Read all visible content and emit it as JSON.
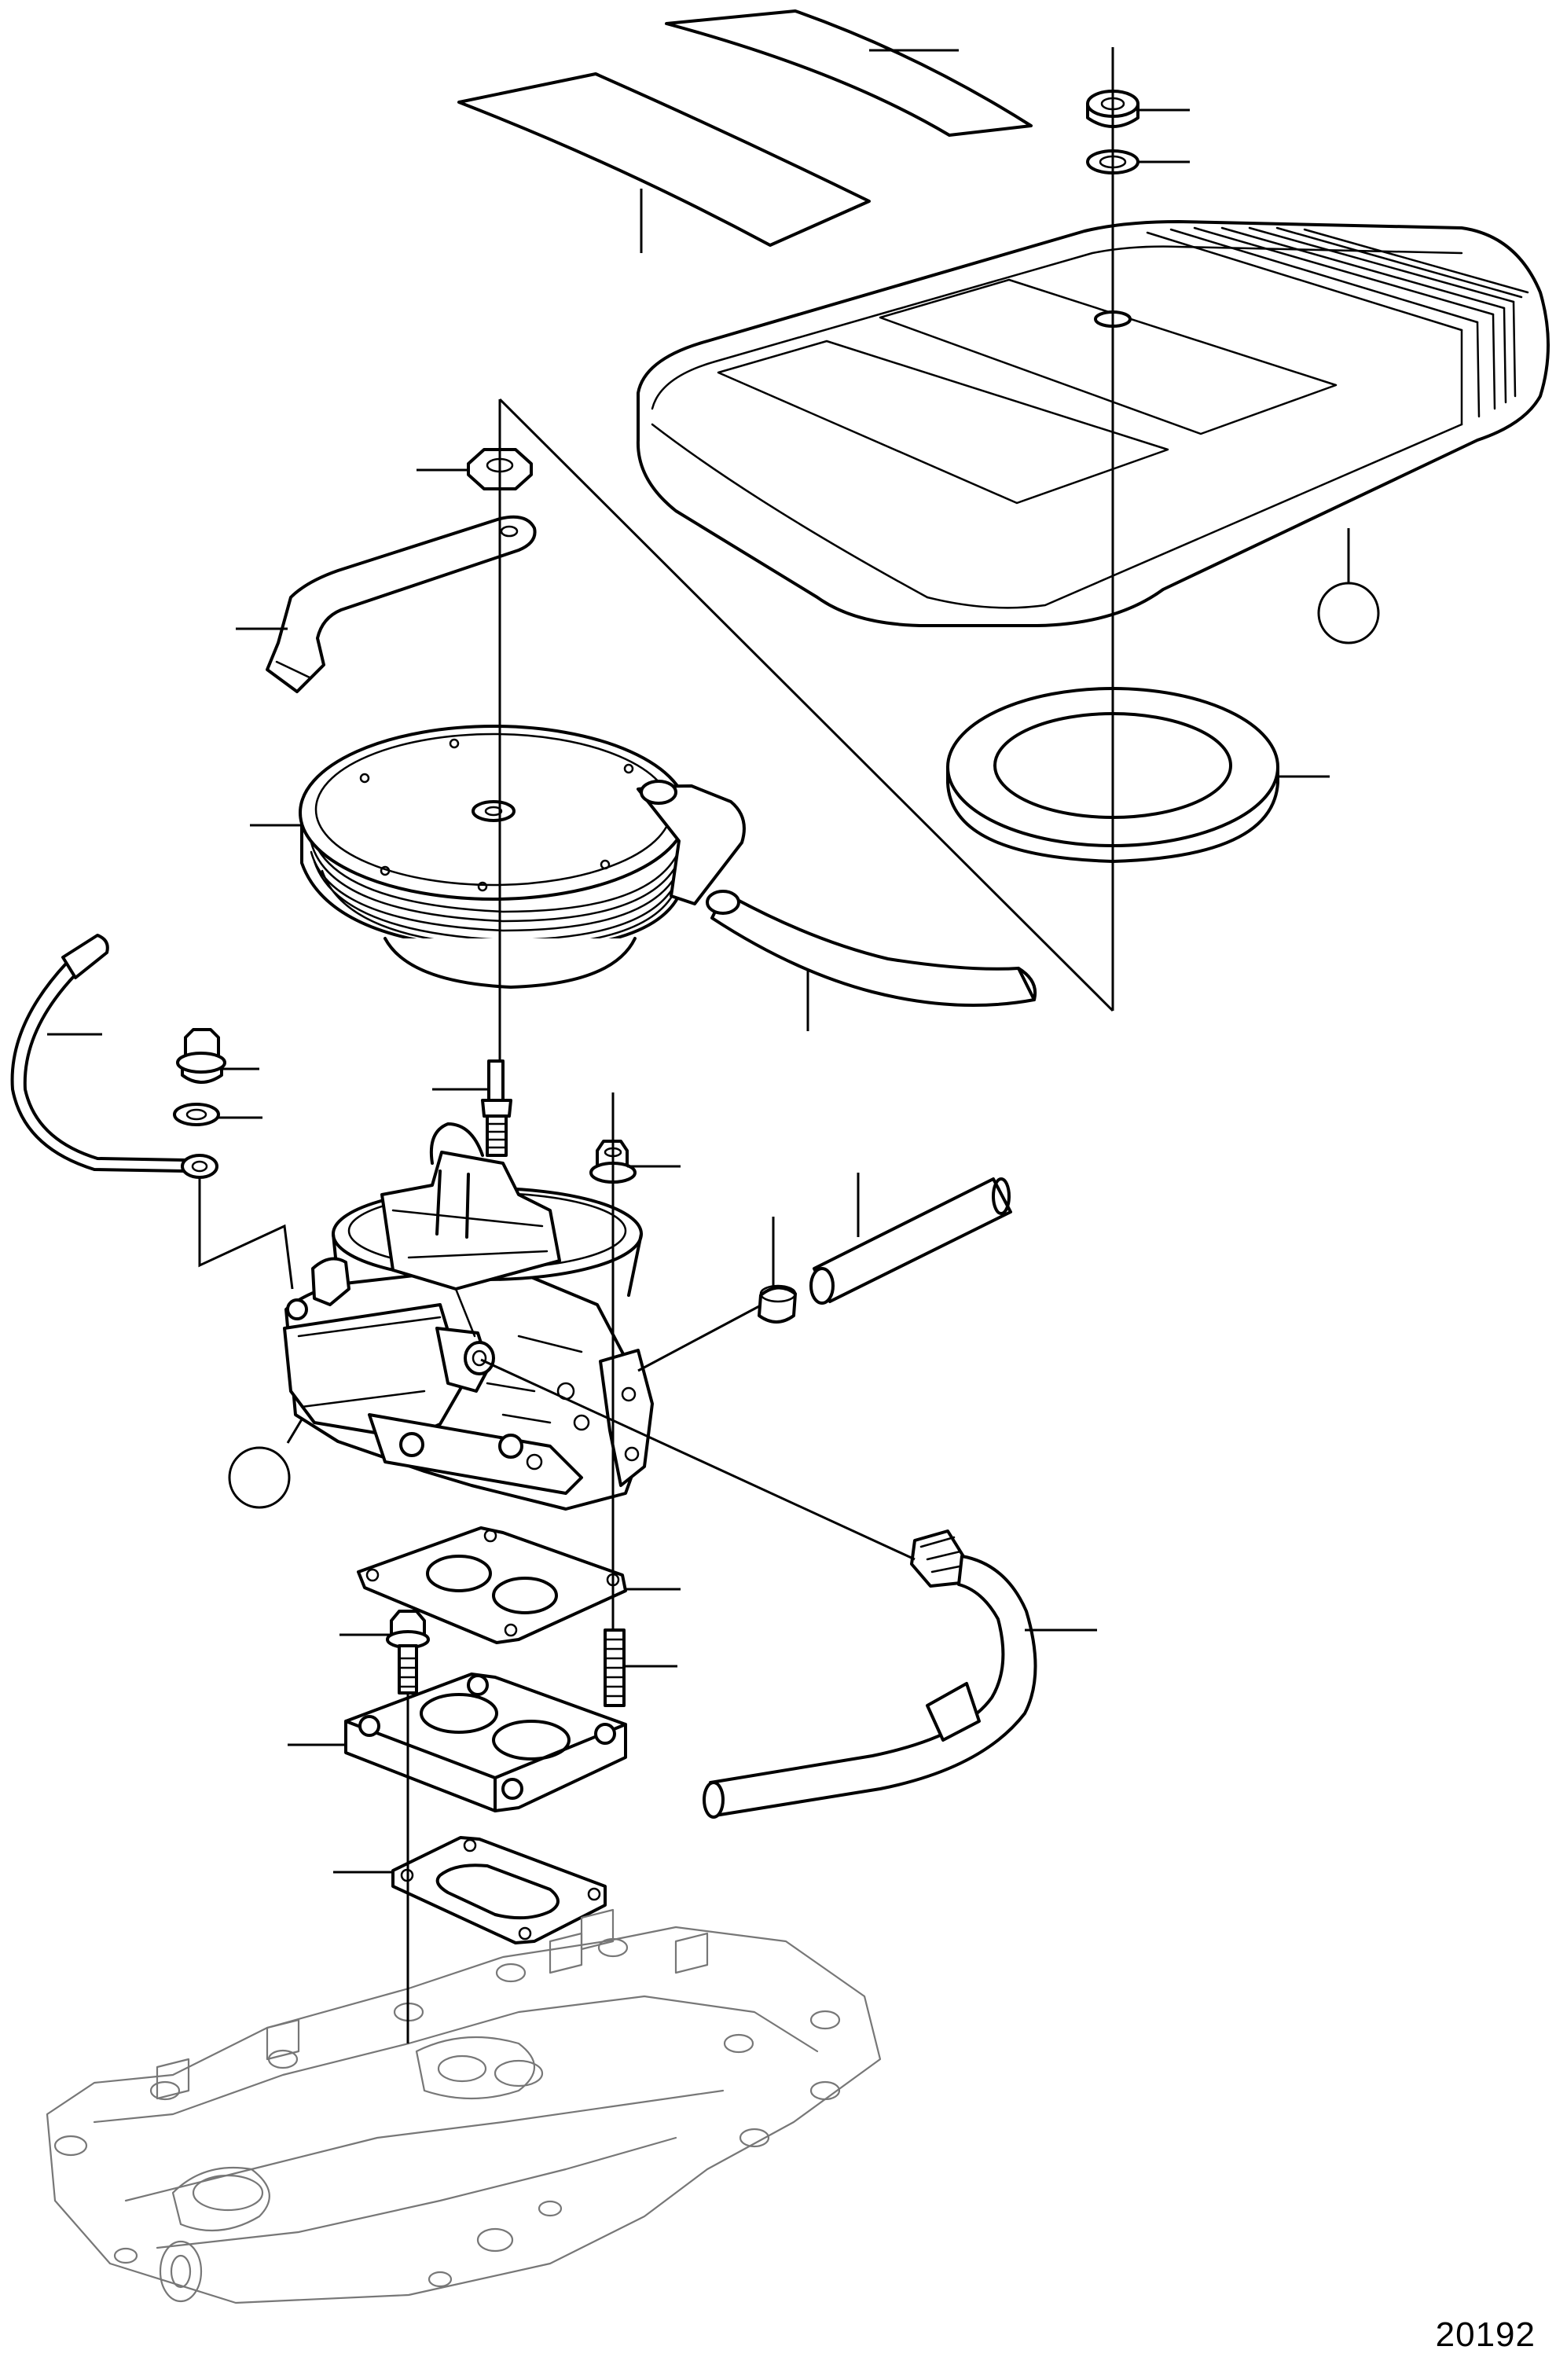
{
  "figure": {
    "number": "20192"
  },
  "colors": {
    "line": "#000000",
    "background": "#ffffff",
    "manifold_line": "#777777"
  },
  "callouts": [
    {
      "id": 1,
      "kind": "line"
    },
    {
      "id": 2,
      "kind": "line"
    },
    {
      "id": 3,
      "kind": "line"
    },
    {
      "id": 4,
      "kind": "line"
    },
    {
      "id": 5,
      "kind": "line"
    },
    {
      "id": 6,
      "kind": "line"
    },
    {
      "id": 7,
      "kind": "line"
    },
    {
      "id": 8,
      "kind": "circle"
    },
    {
      "id": 9,
      "kind": "line"
    },
    {
      "id": 10,
      "kind": "line"
    },
    {
      "id": 11,
      "kind": "line"
    },
    {
      "id": 12,
      "kind": "line"
    },
    {
      "id": 13,
      "kind": "line"
    },
    {
      "id": 14,
      "kind": "line"
    },
    {
      "id": 15,
      "kind": "line"
    },
    {
      "id": 16,
      "kind": "line"
    },
    {
      "id": 17,
      "kind": "line"
    },
    {
      "id": 18,
      "kind": "line"
    },
    {
      "id": 19,
      "kind": "line"
    },
    {
      "id": 20,
      "kind": "line"
    },
    {
      "id": 21,
      "kind": "circle"
    },
    {
      "id": 22,
      "kind": "line"
    },
    {
      "id": 23,
      "kind": "line"
    },
    {
      "id": 24,
      "kind": "line"
    },
    {
      "id": 25,
      "kind": "line"
    },
    {
      "id": 26,
      "kind": "line"
    },
    {
      "id": 27,
      "kind": "line"
    },
    {
      "id": 28,
      "kind": "line"
    }
  ]
}
